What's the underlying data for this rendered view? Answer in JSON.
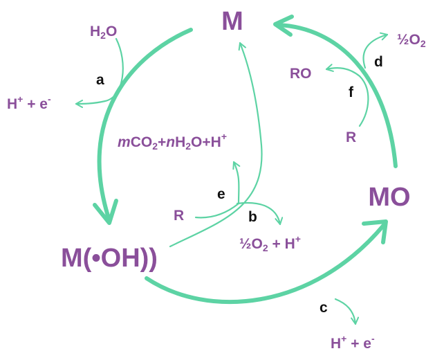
{
  "colors": {
    "arrow": "#5dd3a4",
    "species_text": "#8a4f9a",
    "step_text": "#111111"
  },
  "species": {
    "m": "M",
    "mo": "MO",
    "m_oh": "M(•OH))"
  },
  "reactants_products": {
    "water": {
      "main": "H",
      "sub": "2",
      "tail": "O"
    },
    "proton_electron_left": {
      "a": "H",
      "a_sup": "+",
      "b": " + e",
      "b_sup": "-"
    },
    "proton_electron_bottom": {
      "a": "H",
      "a_sup": "+",
      "b": " + e",
      "b_sup": "-"
    },
    "half_o2_top": {
      "a": "½O",
      "sub": "2"
    },
    "half_o2_proton": {
      "a": "½O",
      "sub": "2",
      "b": " + H",
      "b_sup": "+"
    },
    "ro": "RO",
    "r_right": "R",
    "r_left": "R",
    "mineralization": {
      "m": "m",
      "co2": "CO",
      "co2_sub": "2",
      "plus1": "+",
      "n": "n",
      "h2o": "H",
      "h2o_sub": "2",
      "h2o_tail": "O+H",
      "sup": "+"
    }
  },
  "steps": {
    "a": "a",
    "b": "b",
    "c": "c",
    "d": "d",
    "e": "e",
    "f": "f"
  }
}
